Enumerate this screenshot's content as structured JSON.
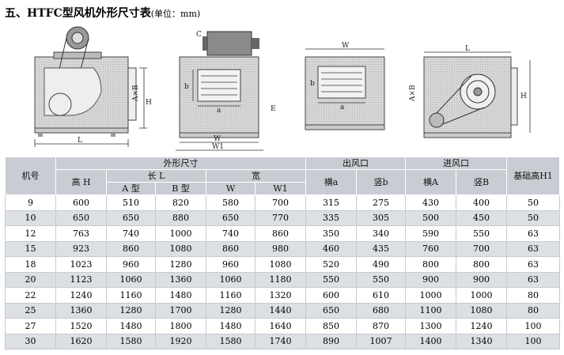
{
  "title": {
    "main": "五、HTFC型风机外形尺寸表",
    "unit": "(单位：mm)"
  },
  "drawings": {
    "labels": {
      "L": "L",
      "AxB": "A×B",
      "H": "H",
      "C": "C",
      "b": "b",
      "a": "a",
      "E": "E",
      "W": "W",
      "W1": "W1"
    }
  },
  "table": {
    "headers": {
      "model": "机号",
      "outer": "外形尺寸",
      "height": "高 H",
      "length": "长 L",
      "lengthA": "A 型",
      "lengthB": "B 型",
      "width": "宽",
      "w": "W",
      "w1": "W1",
      "outlet": "出风口",
      "outletA": "横a",
      "outletB": "竖b",
      "inlet": "进风口",
      "inletA": "横A",
      "inletB": "竖B",
      "base": "基础高H1"
    },
    "rows": [
      [
        "9",
        "600",
        "510",
        "820",
        "580",
        "700",
        "315",
        "275",
        "430",
        "400",
        "50"
      ],
      [
        "10",
        "650",
        "650",
        "880",
        "650",
        "770",
        "335",
        "305",
        "500",
        "450",
        "50"
      ],
      [
        "12",
        "763",
        "740",
        "1000",
        "740",
        "860",
        "350",
        "340",
        "590",
        "550",
        "63"
      ],
      [
        "15",
        "923",
        "860",
        "1080",
        "860",
        "980",
        "460",
        "435",
        "760",
        "700",
        "63"
      ],
      [
        "18",
        "1023",
        "960",
        "1280",
        "960",
        "1080",
        "520",
        "490",
        "800",
        "800",
        "63"
      ],
      [
        "20",
        "1123",
        "1060",
        "1360",
        "1060",
        "1180",
        "550",
        "550",
        "900",
        "900",
        "63"
      ],
      [
        "22",
        "1240",
        "1160",
        "1480",
        "1160",
        "1320",
        "600",
        "610",
        "1000",
        "1000",
        "80"
      ],
      [
        "25",
        "1360",
        "1280",
        "1700",
        "1280",
        "1440",
        "650",
        "680",
        "1100",
        "1080",
        "80"
      ],
      [
        "27",
        "1520",
        "1480",
        "1800",
        "1480",
        "1640",
        "850",
        "870",
        "1300",
        "1240",
        "100"
      ],
      [
        "30",
        "1620",
        "1580",
        "1920",
        "1580",
        "1740",
        "890",
        "1007",
        "1400",
        "1340",
        "100"
      ]
    ]
  }
}
